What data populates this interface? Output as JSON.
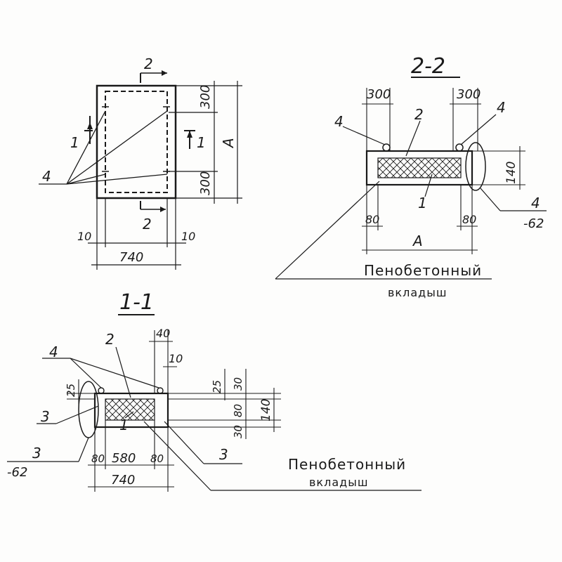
{
  "plan": {
    "sec_mark_top": "2",
    "sec_mark_bottom": "2",
    "sec_mark_left": "1",
    "sec_mark_right": "1",
    "dim_300_top": "300",
    "dim_300_bottom": "300",
    "dim_A": "A",
    "dim_740": "740",
    "dim_10_left": "10",
    "dim_10_right": "10",
    "label_4": "4"
  },
  "section22": {
    "title": "2-2",
    "dim_300_left": "300",
    "dim_300_right": "300",
    "label_4_left": "4",
    "label_4_right": "4",
    "label_2": "2",
    "label_1": "1",
    "dim_140": "140",
    "dim_80_left": "80",
    "dim_80_right": "80",
    "dim_A": "A",
    "callout_4": "4",
    "callout_minus62": "-62",
    "foam_line1": "Пенобетонный",
    "foam_line2": "вкладыш"
  },
  "section11": {
    "title": "1-1",
    "label_4": "4",
    "label_2": "2",
    "dim_40": "40",
    "dim_10": "10",
    "dim_25_left": "25",
    "dim_25_right": "25",
    "dim_30_top": "30",
    "dim_80_v": "80",
    "dim_30_bottom": "30",
    "dim_140": "140",
    "label_3_left": "3",
    "label_1": "1",
    "callout_3": "3",
    "callout_minus62": "-62",
    "label_3_right": "3",
    "dim_80_left": "80",
    "dim_580": "580",
    "dim_80_right": "80",
    "dim_740": "740",
    "foam_line1": "Пенобетонный",
    "foam_line2": "вкладыш"
  }
}
